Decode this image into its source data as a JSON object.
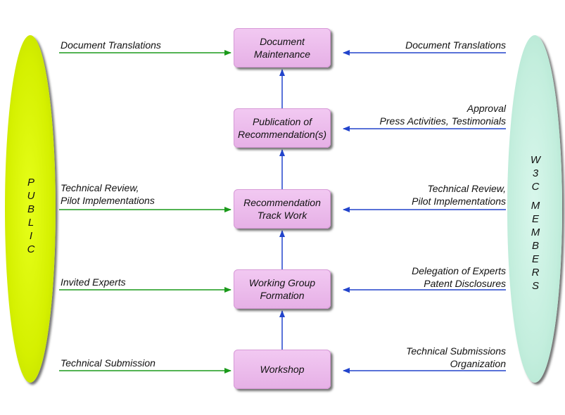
{
  "public_label": "PUBLIC",
  "w3c_label": "W3C MEMBERS",
  "boxes": {
    "doc_maintenance": "Document\nMaintenance",
    "publication": "Publication of\nRecommendation(s)",
    "rec_track": "Recommendation\nTrack Work",
    "wg_formation": "Working Group\nFormation",
    "workshop": "Workshop"
  },
  "public_inputs": {
    "doc_maintenance": "Document Translations",
    "rec_track": "Technical Review,\nPilot Implementations",
    "wg_formation": "Invited Experts",
    "workshop": "Technical Submission"
  },
  "member_inputs": {
    "doc_maintenance": "Document Translations",
    "publication": "Approval\nPress Activities, Testimonials",
    "rec_track": "Technical Review,\nPilot Implementations",
    "wg_formation": "Delegation of Experts\nPatent Disclosures",
    "workshop": "Technical Submissions\nOrganization"
  },
  "colors": {
    "public_arrow": "#1a9a1a",
    "member_arrow": "#2244cc",
    "flow_arrow": "#2244cc",
    "box_fill": "#ecbcec",
    "public_ellipse": "#d5f000",
    "member_ellipse": "#c3eedd"
  }
}
